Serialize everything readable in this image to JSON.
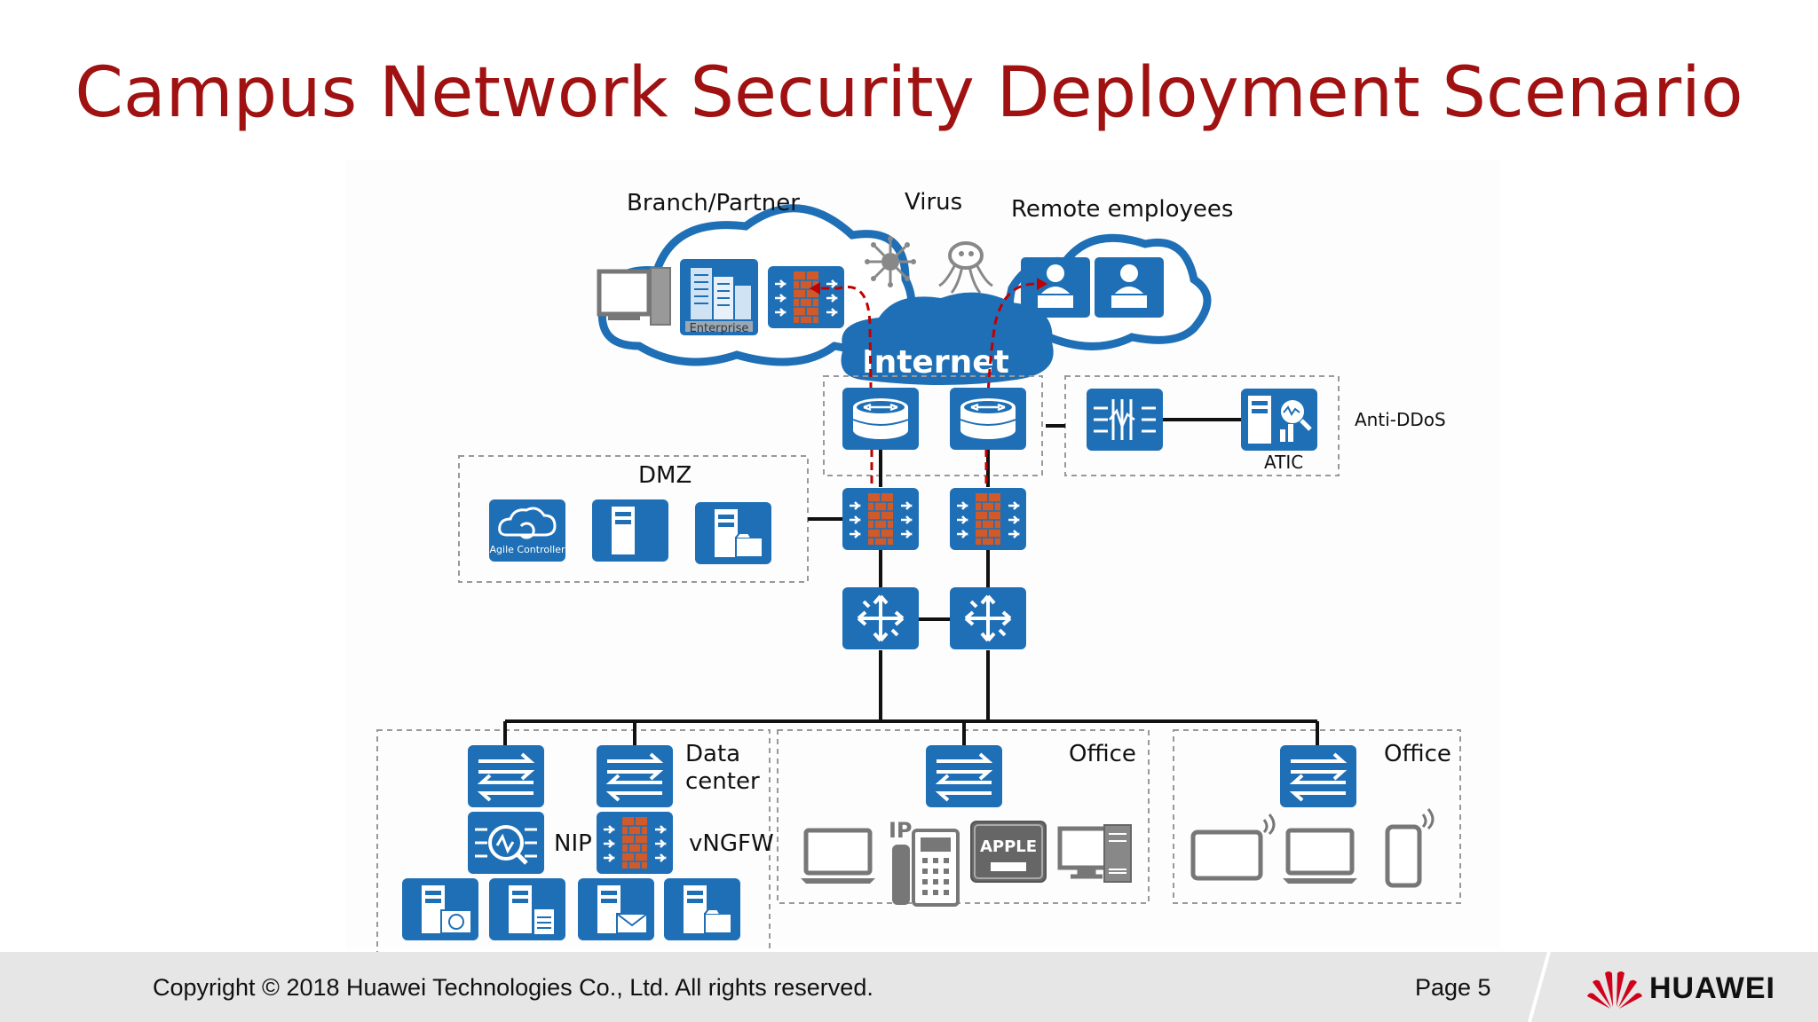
{
  "slide": {
    "title": "Campus Network Security Deployment Scenario",
    "page": "Page 5"
  },
  "labels": {
    "branch": "Branch/Partner",
    "virus": "Virus",
    "remote": "Remote employees",
    "internet": "Internet",
    "dmz": "DMZ",
    "anti_ddos": "Anti-DDoS",
    "atic": "ATIC",
    "data_center": "Data\ncenter",
    "office_1": "Office",
    "office_2": "Office",
    "nip": "NIP",
    "vngfw": "vNGFW",
    "agile_controller": "Agile Controller",
    "enterprise": "Enterprise",
    "apple": "APPLE",
    "ip": "IP"
  },
  "footer": {
    "copyright": "Copyright © 2018 Huawei Technologies Co., Ltd. All rights reserved.",
    "brand": "HUAWEI"
  },
  "colors": {
    "title": "#a01212",
    "device_blue": "#1e6fb5",
    "firewall_brick": "#d05a2a",
    "attack_path": "#c00000",
    "cloud_blue": "#1e6fb5",
    "gray_device": "#777777"
  },
  "icons": {
    "router": "router-icon",
    "firewall": "firewall-icon",
    "core_switch": "core-switch-icon",
    "access_switch": "switch-icon",
    "server": "server-icon",
    "virus": "virus-icon",
    "laptop": "laptop-icon",
    "ip_phone": "ip-phone-icon",
    "tablet": "tablet-icon",
    "phone": "mobile-phone-icon"
  }
}
